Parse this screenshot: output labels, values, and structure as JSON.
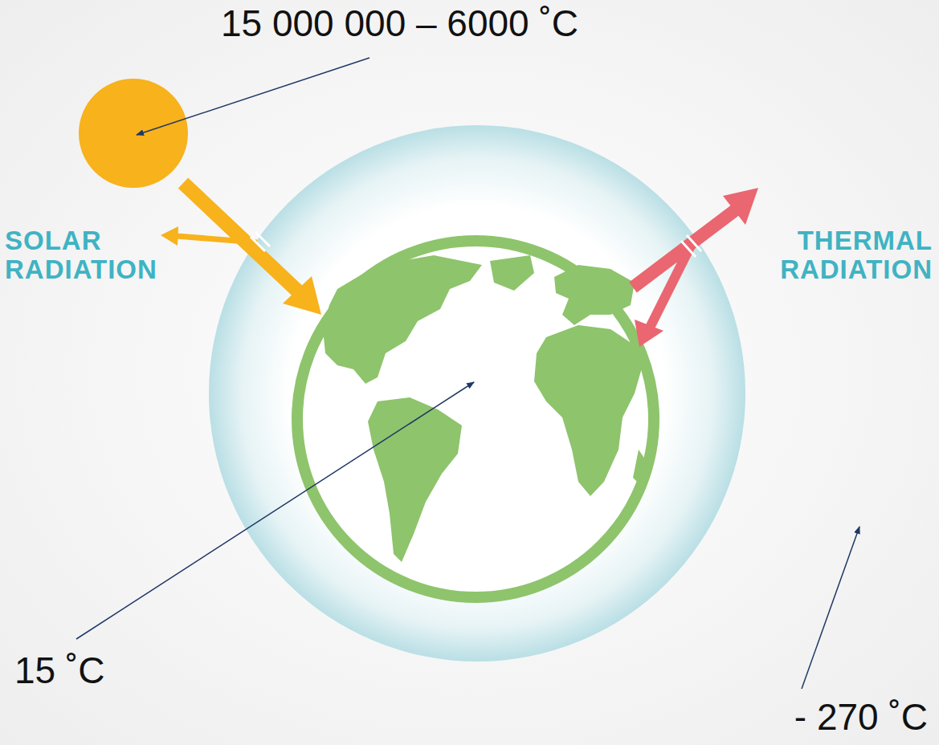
{
  "diagram": {
    "labels": [
      "15 000 000 – 6000 ˚C",
      "SOLAR RADIATION",
      "THERMAL RADIATION",
      "15 ˚C",
      "- 270 ˚C"
    ]
  }
}
